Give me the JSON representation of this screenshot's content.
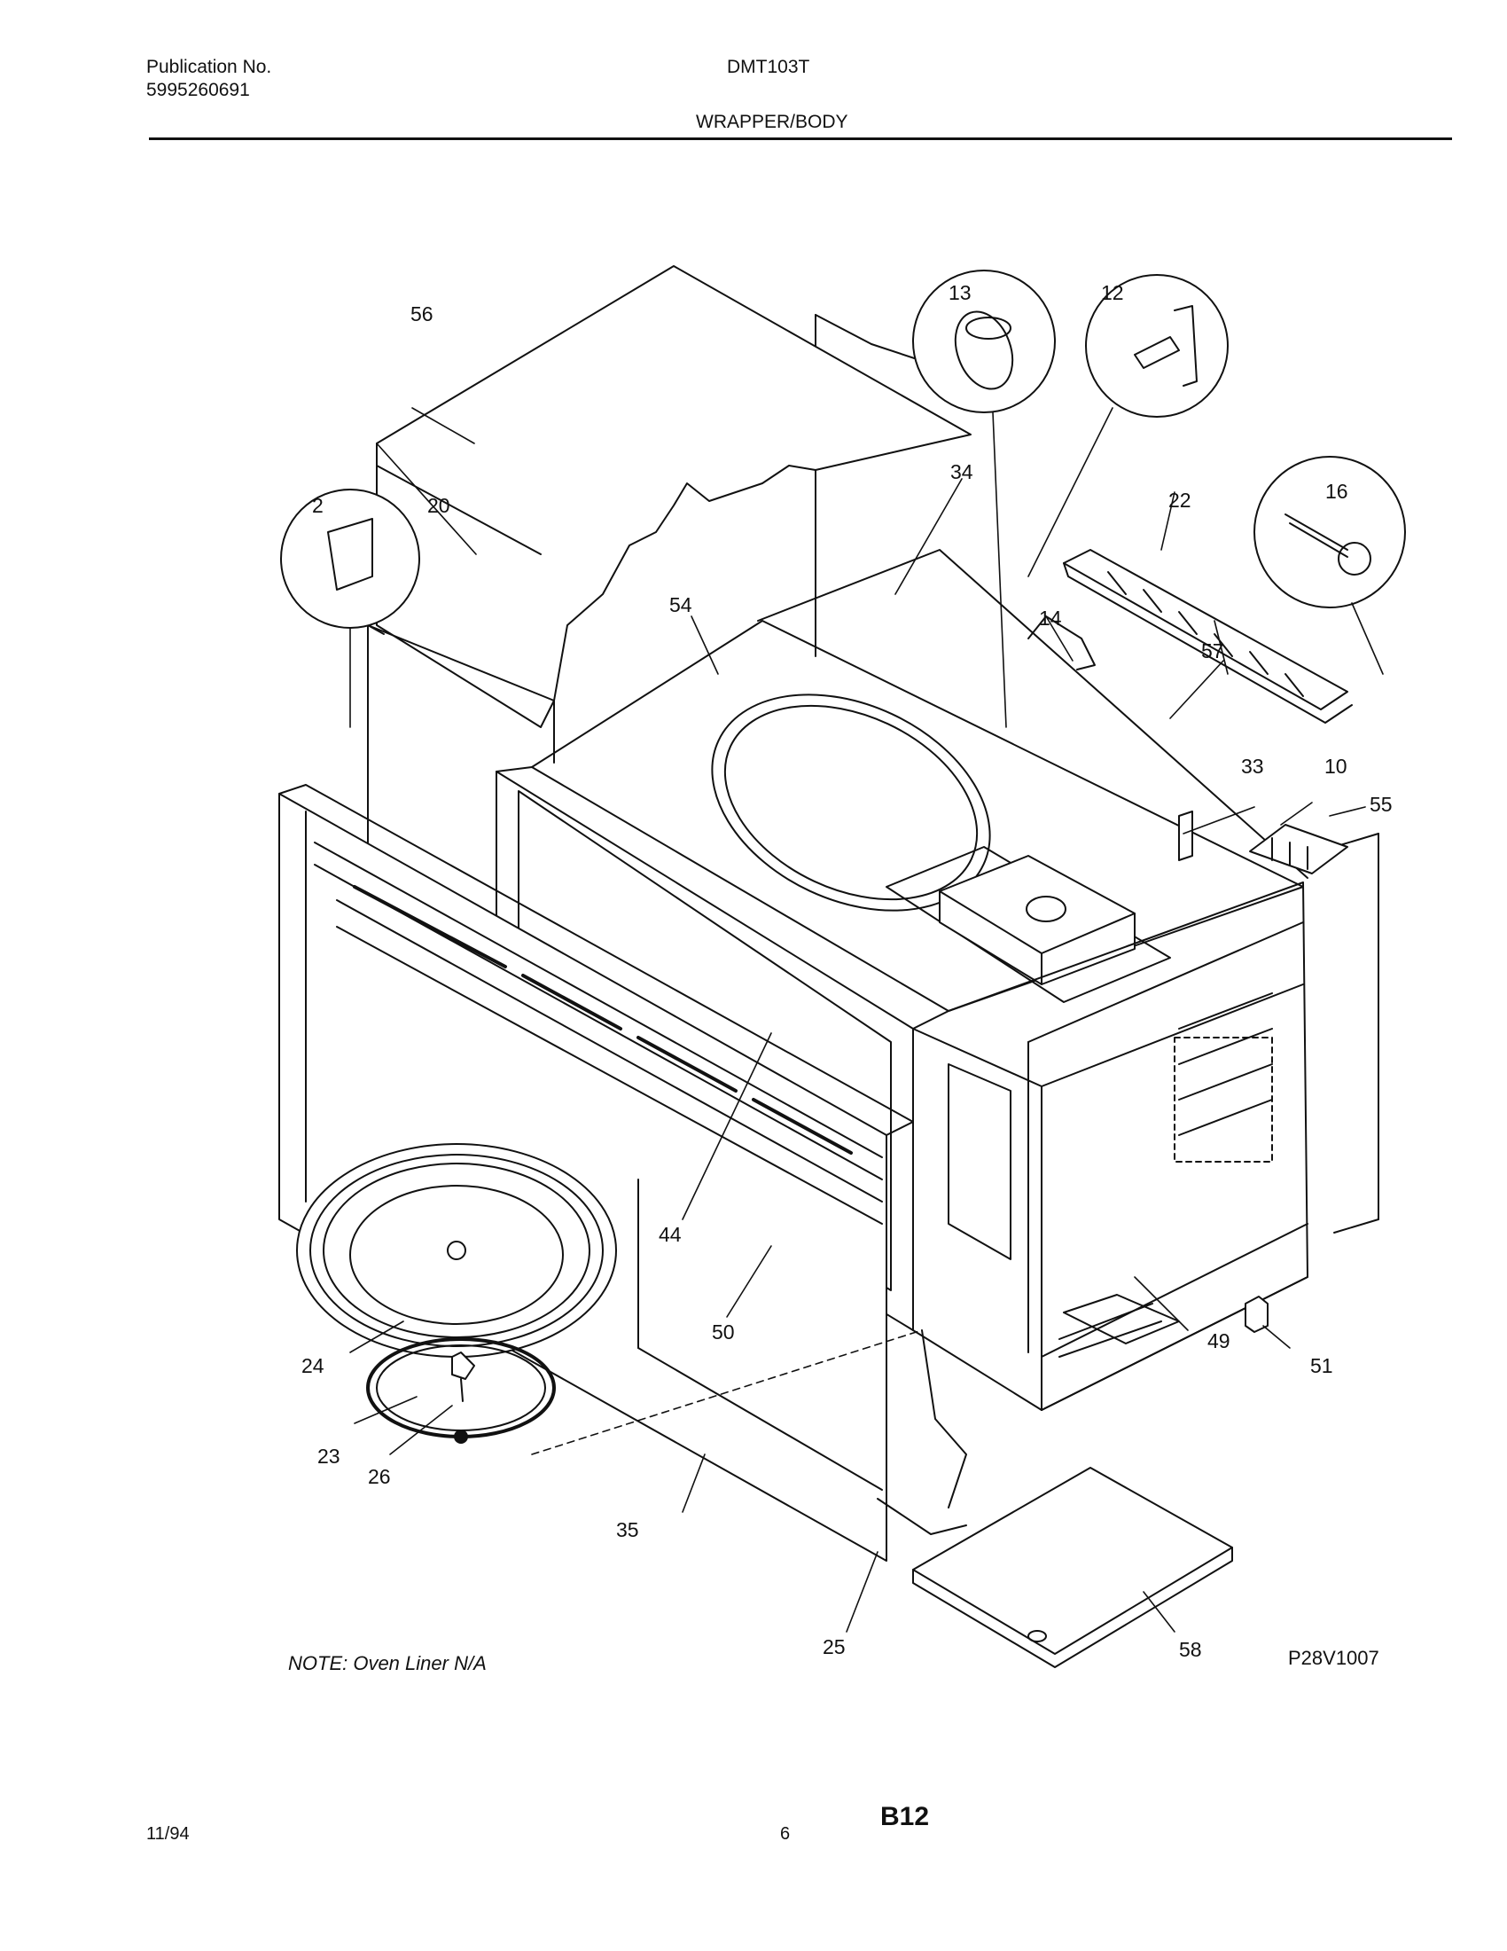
{
  "header": {
    "publication_label": "Publication No.",
    "publication_number": "5995260691",
    "model": "DMT103T",
    "section_title": "WRAPPER/BODY"
  },
  "diagram": {
    "part_labels": {
      "p2": "2",
      "p10": "10",
      "p12": "12",
      "p13": "13",
      "p14": "14",
      "p16": "16",
      "p20": "20",
      "p22": "22",
      "p23": "23",
      "p24": "24",
      "p25": "25",
      "p26": "26",
      "p33": "33",
      "p34": "34",
      "p35": "35",
      "p44": "44",
      "p49": "49",
      "p50": "50",
      "p51": "51",
      "p54": "54",
      "p55": "55",
      "p56": "56",
      "p57": "57",
      "p58": "58"
    },
    "note": "NOTE: Oven Liner N/A",
    "drawing_code": "P28V1007"
  },
  "footer": {
    "date": "11/94",
    "page_number": "6",
    "sheet_code": "B12"
  }
}
